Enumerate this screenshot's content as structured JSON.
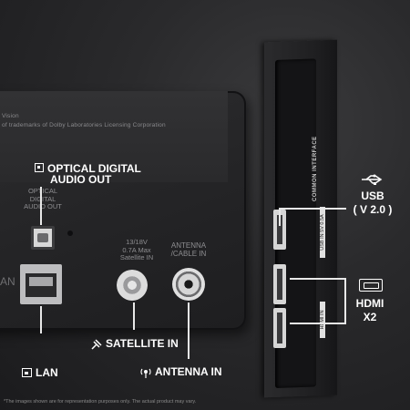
{
  "panel": {
    "top_text_1": "Vision",
    "top_text_2": "of trademarks of Dolby Laboratories Licensing Corporation",
    "optical_port_label": "OPTICAL\nDIGITAL\nAUDIO OUT",
    "satellite_port_label": "13/18V\n0.7A Max\nSatellite IN",
    "antenna_port_label": "ANTENNA\n/CABLE IN",
    "lan_side_text": "AN"
  },
  "callouts": {
    "optical_line1": "OPTICAL DIGITAL",
    "optical_line2": "AUDIO OUT",
    "lan": "LAN",
    "satellite": "SATELLITE IN",
    "antenna": "ANTENNA IN"
  },
  "side_panel": {
    "common_interface": "COMMON INTERFACE",
    "usb_port_label": "USB IN 5V 0.5A",
    "hdmi_port_label": "HDMI IN"
  },
  "right_labels": {
    "usb_line1": "USB",
    "usb_line2": "( V 2.0 )",
    "hdmi_line1": "HDMI",
    "hdmi_line2": "X2"
  },
  "disclaimer": "*The images shown are for representation purposes only. The actual product may vary."
}
